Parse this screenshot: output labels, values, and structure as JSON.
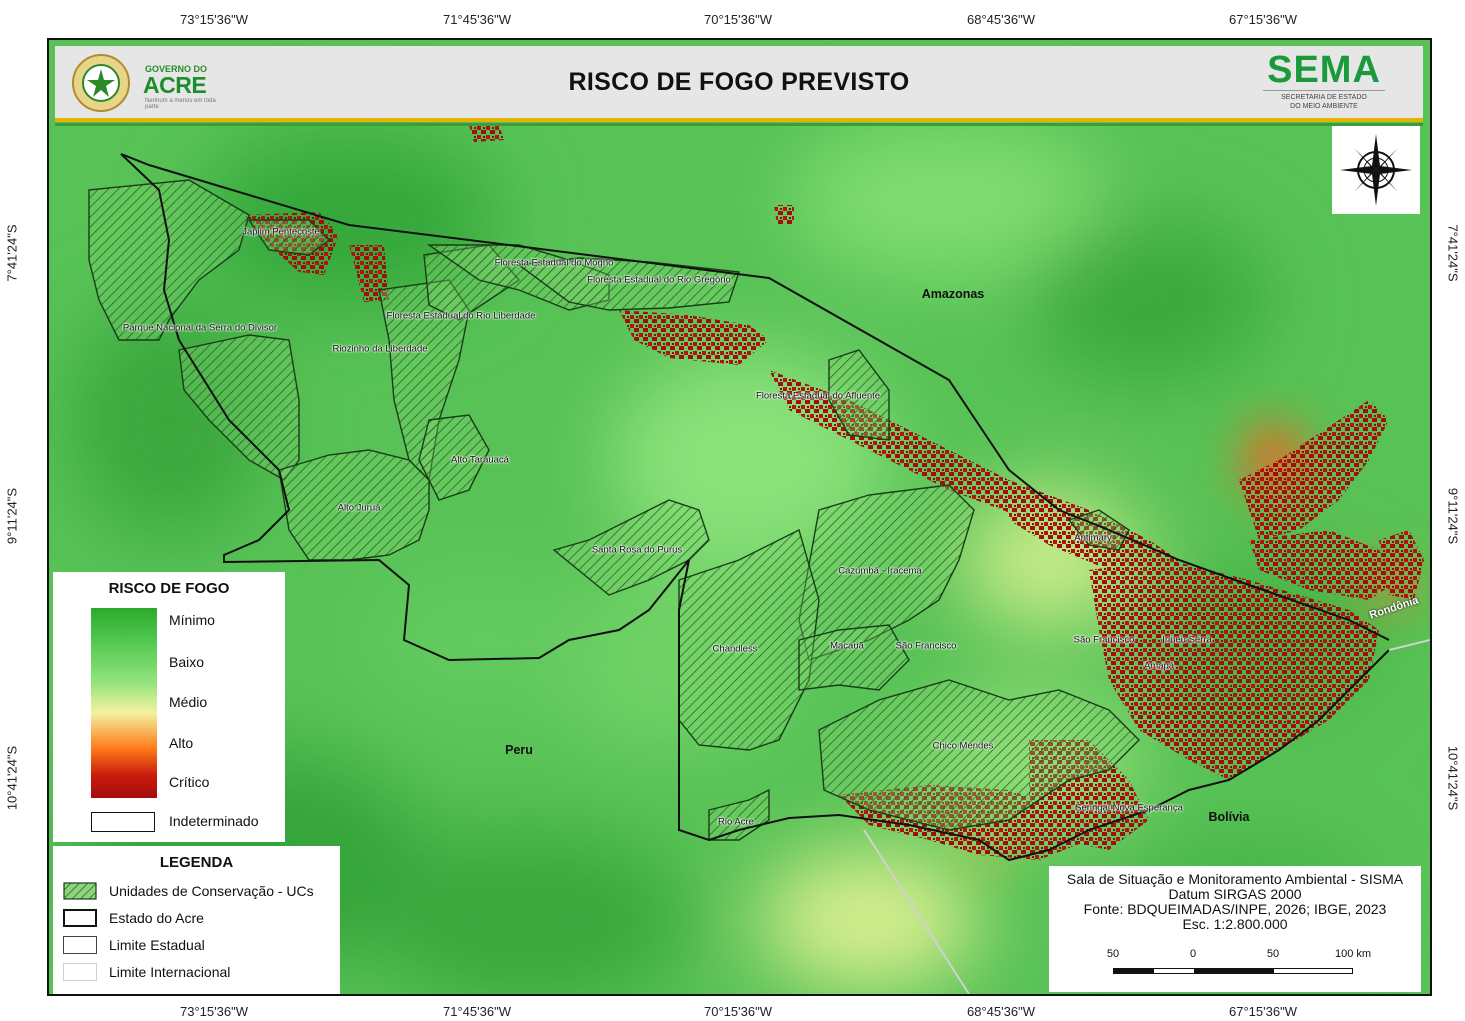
{
  "title": "RISCO DE FOGO PREVISTO",
  "header": {
    "gov_small": "GOVERNO DO",
    "gov_big": "ACRE",
    "gov_motto": "Nenhum a menos em toda parte",
    "sema_name": "SEMA",
    "sema_sub1": "SECRETARIA DE ESTADO",
    "sema_sub2": "DO MEIO AMBIENTE"
  },
  "coords": {
    "lon": [
      "73°15'36\"W",
      "71°45'36\"W",
      "70°15'36\"W",
      "68°45'36\"W",
      "67°15'36\"W"
    ],
    "lat": [
      "7°41'24\"S",
      "9°11'24\"S",
      "10°41'24\"S"
    ]
  },
  "risk_legend": {
    "title": "RISCO DE FOGO",
    "levels": [
      "Mínimo",
      "Baixo",
      "Médio",
      "Alto",
      "Crítico"
    ],
    "indeterminate": "Indeterminado"
  },
  "legend": {
    "title": "LEGENDA",
    "items": [
      "Unidades de Conservação - UCs",
      "Estado do Acre",
      "Limite Estadual",
      "Limite Internacional"
    ]
  },
  "info": {
    "line1": "Sala de Situação e Monitoramento Ambiental - SISMA",
    "line2": "Datum SIRGAS 2000",
    "line3": "Fonte: BDQUEIMADAS/INPE, 2026; IBGE, 2023",
    "line4": "Esc. 1:2.800.000",
    "scale": [
      "50",
      "0",
      "50",
      "100 km"
    ]
  },
  "regions": {
    "amazonas": "Amazonas",
    "peru": "Peru",
    "bolivia": "Bolívia",
    "rondonia": "Rondônia"
  },
  "places": {
    "japiim": "Japiim Pentecoste",
    "mogno": "Floresta Estadual do Mogno",
    "gregorio": "Floresta Estadual do Rio Gregório",
    "liberdade": "Floresta Estadual do Rio Liberdade",
    "divisor": "Parque Nacional da Serra do Divisor",
    "riozinho": "Riozinho da Liberdade",
    "afluente": "Floresta Estadual do Afluente",
    "tarauaca": "Alto Tarauacá",
    "jurua": "Alto Juruá",
    "purus": "Santa Rosa do Purus",
    "antimary": "Antimary",
    "cazumba": "Cazumbá - Iracema",
    "chandless": "Chandless",
    "macaua": "Macauã",
    "saofrancisco1": "São Francisco",
    "saofrancisco2": "São Francisco",
    "irineu": "Irineu Serra",
    "amapa": "Amapá",
    "chico": "Chico Mendes",
    "seringal": "Seringal Nova Esperança",
    "rioacre": "Rio Acre"
  },
  "colors": {
    "minimo": "#2aaa2a",
    "baixo": "#8ee27a",
    "medio": "#f2f2a0",
    "alto": "#ff7a1a",
    "critico": "#a30d0d",
    "header_accent": "#e2b400",
    "sema_green": "#1a9a3a"
  }
}
